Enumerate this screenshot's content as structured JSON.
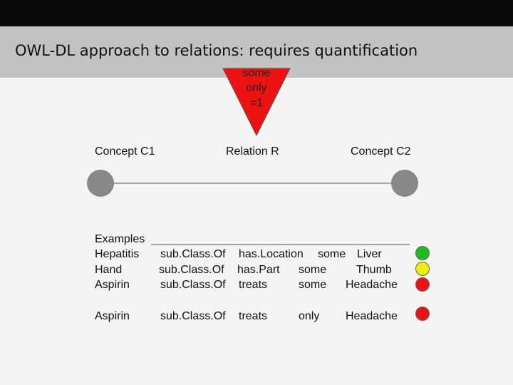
{
  "slide": {
    "title": "OWL-DL approach to relations: requires quantification",
    "quantifiers": [
      "some",
      "only",
      "=1"
    ],
    "labels": {
      "concept1": "Concept C1",
      "relation": "Relation R",
      "concept2": "Concept C2"
    },
    "examples_heading": "Examples",
    "rows": [
      {
        "subject": "Hepatitis",
        "relation": "sub.Class.Of",
        "property": "has.Location",
        "quantifier": "some",
        "object": "Liver",
        "status_color": "#22bb22"
      },
      {
        "subject": "Hand",
        "relation": "sub.Class.Of",
        "property": "has.Part",
        "quantifier": "some",
        "object": "Thumb",
        "status_color": "#eeee00"
      },
      {
        "subject": "Aspirin",
        "relation": "sub.Class.Of",
        "property": "treats",
        "quantifier": "some",
        "object": "Headache",
        "status_color": "#ee1111"
      },
      {
        "subject": "Aspirin",
        "relation": "sub.Class.Of",
        "property": "treats",
        "quantifier": "only",
        "object": "Headache",
        "status_color": "#ee1111"
      }
    ]
  },
  "colors": {
    "triangle": "#ee1111",
    "concept_node": "#888888"
  }
}
